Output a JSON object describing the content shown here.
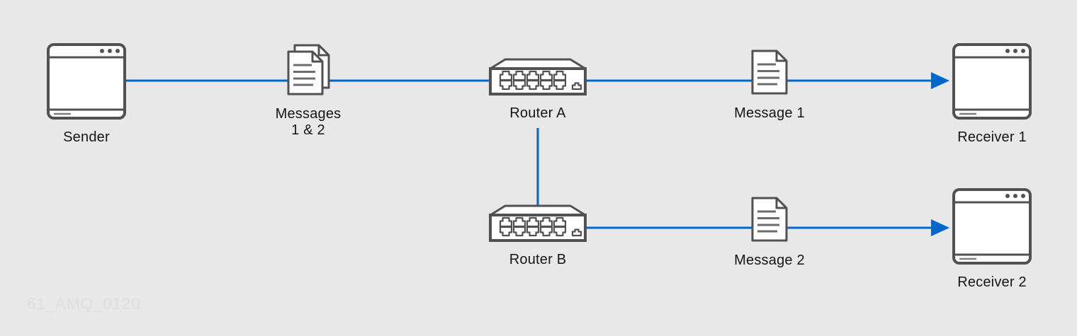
{
  "colors": {
    "background": "#e8e8e8",
    "connector": "#0066cc",
    "icon_stroke": "#515154",
    "label_text": "#161616",
    "watermark_text": "#dedede"
  },
  "nodes": {
    "sender": {
      "label": "Sender",
      "icon": "browser-window-icon"
    },
    "messages_1_2": {
      "label_line1": "Messages",
      "label_line2": "1 & 2",
      "icon": "documents-icon"
    },
    "router_a": {
      "label": "Router A",
      "icon": "router-icon"
    },
    "message_1": {
      "label": "Message 1",
      "icon": "document-icon"
    },
    "receiver_1": {
      "label": "Receiver 1",
      "icon": "browser-window-icon"
    },
    "router_b": {
      "label": "Router B",
      "icon": "router-icon"
    },
    "message_2": {
      "label": "Message 2",
      "icon": "document-icon"
    },
    "receiver_2": {
      "label": "Receiver 2",
      "icon": "browser-window-icon"
    }
  },
  "edges": [
    {
      "from": "sender",
      "through": [
        "messages_1_2",
        "router_a",
        "message_1"
      ],
      "to": "receiver_1",
      "arrow": true
    },
    {
      "from": "router_a",
      "through": [],
      "to": "router_b",
      "arrow": false
    },
    {
      "from": "router_b",
      "through": [
        "message_2"
      ],
      "to": "receiver_2",
      "arrow": true
    }
  ],
  "watermark": "61_AMQ_0120"
}
